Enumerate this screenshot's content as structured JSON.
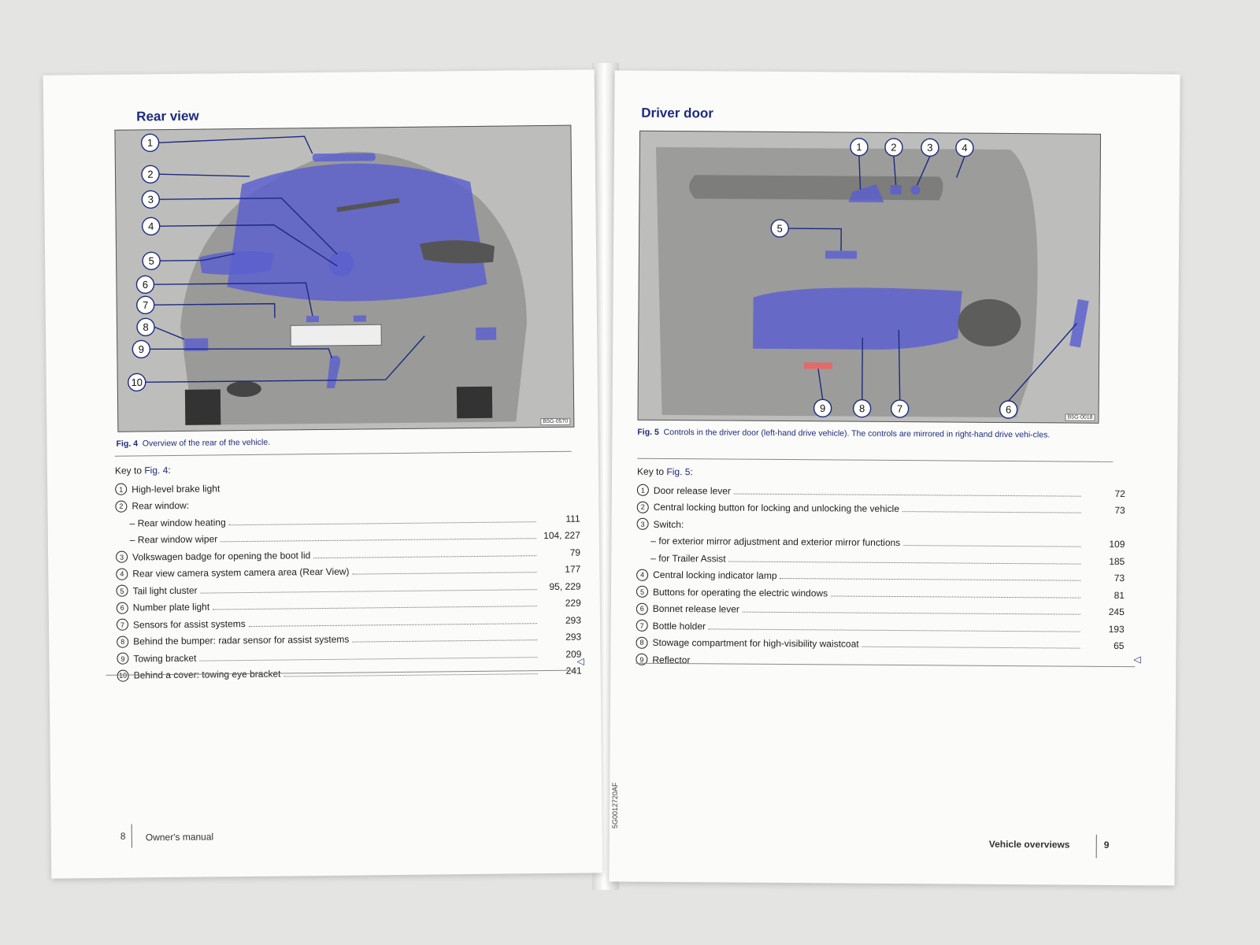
{
  "left": {
    "title": "Rear view",
    "figure_code": "B5G-0570",
    "caption_label": "Fig. 4",
    "caption_text": "Overview of the rear of the vehicle.",
    "key_prefix": "Key to",
    "key_fig": "Fig. 4",
    "callouts": [
      "1",
      "2",
      "3",
      "4",
      "5",
      "6",
      "7",
      "8",
      "9",
      "10"
    ],
    "items": [
      {
        "num": "1",
        "label": "High-level brake light",
        "page": ""
      },
      {
        "num": "2",
        "label": "Rear window:",
        "page": ""
      },
      {
        "num": "",
        "label": "– Rear window heating",
        "page": "111"
      },
      {
        "num": "",
        "label": "– Rear window wiper",
        "page": "104, 227"
      },
      {
        "num": "3",
        "label": "Volkswagen badge for opening the boot lid",
        "page": "79"
      },
      {
        "num": "4",
        "label": "Rear view camera system camera area (Rear View)",
        "page": "177"
      },
      {
        "num": "5",
        "label": "Tail light cluster",
        "page": "95, 229"
      },
      {
        "num": "6",
        "label": "Number plate light",
        "page": "229"
      },
      {
        "num": "7",
        "label": "Sensors for assist systems",
        "page": "293"
      },
      {
        "num": "8",
        "label": "Behind the bumper: radar sensor for assist systems",
        "page": "293"
      },
      {
        "num": "9",
        "label": "Towing bracket",
        "page": "209"
      },
      {
        "num": "10",
        "label": "Behind a cover: towing eye bracket",
        "page": "241"
      }
    ],
    "page_number": "8",
    "footer": "Owner's manual"
  },
  "right": {
    "title": "Driver door",
    "figure_code": "B5G-0018",
    "caption_label": "Fig. 5",
    "caption_text": "Controls in the driver door (left-hand drive vehicle). The controls are mirrored in right-hand drive vehi-cles.",
    "key_prefix": "Key to",
    "key_fig": "Fig. 5",
    "callouts": [
      "1",
      "2",
      "3",
      "4",
      "5",
      "6",
      "7",
      "8",
      "9"
    ],
    "items": [
      {
        "num": "1",
        "label": "Door release lever",
        "page": "72"
      },
      {
        "num": "2",
        "label": "Central locking button for locking and unlocking the vehicle",
        "page": "73"
      },
      {
        "num": "3",
        "label": "Switch:",
        "page": ""
      },
      {
        "num": "",
        "label": "– for exterior mirror adjustment and exterior mirror functions",
        "page": "109"
      },
      {
        "num": "",
        "label": "– for Trailer Assist",
        "page": "185"
      },
      {
        "num": "4",
        "label": "Central locking indicator lamp",
        "page": "73"
      },
      {
        "num": "5",
        "label": "Buttons for operating the electric windows",
        "page": "81"
      },
      {
        "num": "6",
        "label": "Bonnet release lever",
        "page": "245"
      },
      {
        "num": "7",
        "label": "Bottle holder",
        "page": "193"
      },
      {
        "num": "8",
        "label": "Stowage compartment for high-visibility waistcoat",
        "page": "65"
      },
      {
        "num": "9",
        "label": "Reflector",
        "page": ""
      }
    ],
    "page_number": "9",
    "footer": "Vehicle overviews"
  },
  "spine_code": "5G0012720AF",
  "end_symbol": "◁",
  "colors": {
    "accent": "#1d2a80",
    "highlight": "#5a5fd0"
  }
}
